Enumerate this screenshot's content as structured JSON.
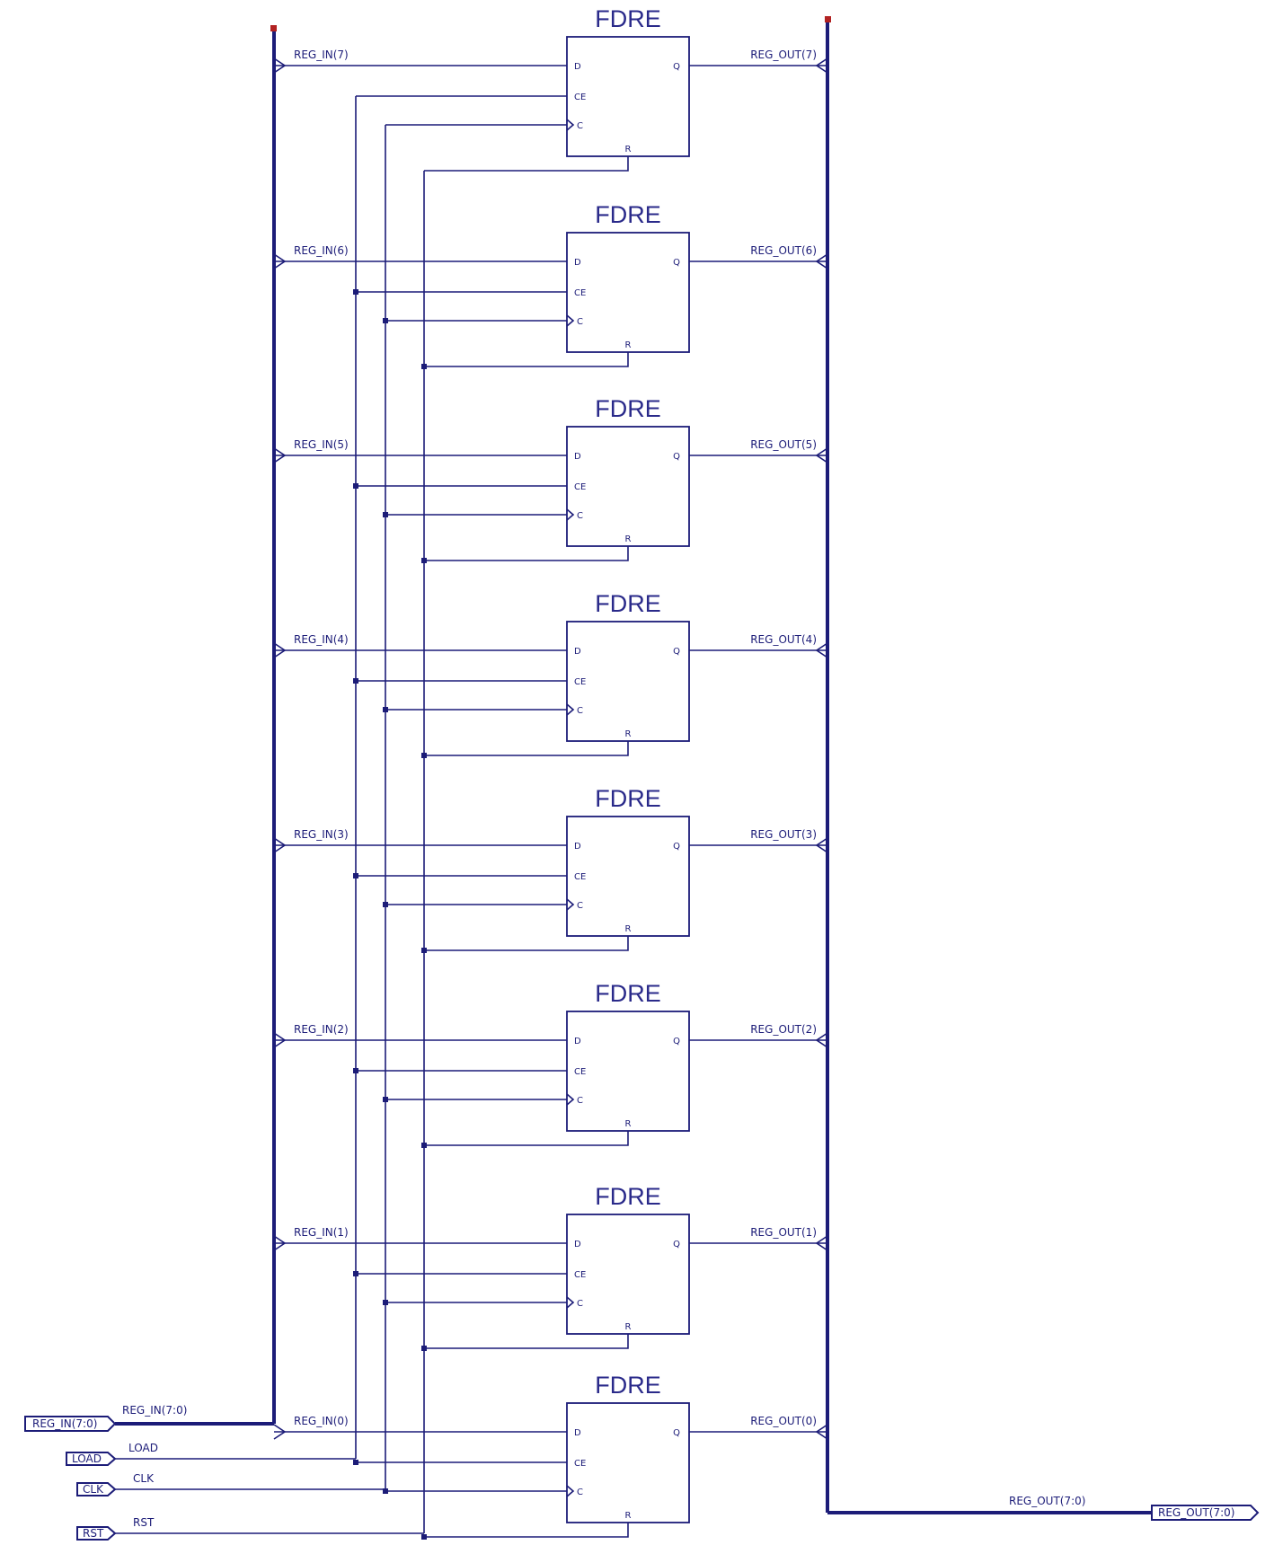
{
  "cell_type": "FDRE",
  "pins": {
    "d": "D",
    "ce": "CE",
    "c": "C",
    "r": "R",
    "q": "Q"
  },
  "flipflops": [
    {
      "in_label": "REG_IN(7)",
      "out_label": "REG_OUT(7)"
    },
    {
      "in_label": "REG_IN(6)",
      "out_label": "REG_OUT(6)"
    },
    {
      "in_label": "REG_IN(5)",
      "out_label": "REG_OUT(5)"
    },
    {
      "in_label": "REG_IN(4)",
      "out_label": "REG_OUT(4)"
    },
    {
      "in_label": "REG_IN(3)",
      "out_label": "REG_OUT(3)"
    },
    {
      "in_label": "REG_IN(2)",
      "out_label": "REG_OUT(2)"
    },
    {
      "in_label": "REG_IN(1)",
      "out_label": "REG_OUT(1)"
    },
    {
      "in_label": "REG_IN(0)",
      "out_label": "REG_OUT(0)"
    }
  ],
  "ports": {
    "reg_in": "REG_IN(7:0)",
    "load": "LOAD",
    "clk": "CLK",
    "rst": "RST",
    "reg_out": "REG_OUT(7:0)"
  },
  "nets": {
    "reg_in_bus": "REG_IN(7:0)",
    "load": "LOAD",
    "clk": "CLK",
    "rst": "RST",
    "reg_out_bus": "REG_OUT(7:0)"
  },
  "colors": {
    "wire": "#1c1c78",
    "endpoint": "#b22222"
  }
}
